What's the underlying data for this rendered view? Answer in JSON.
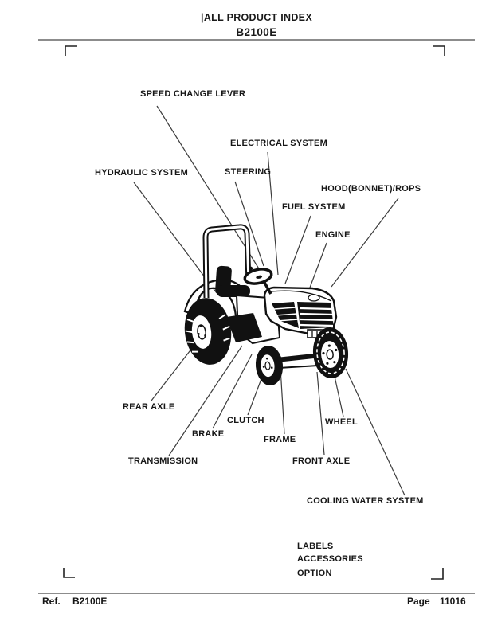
{
  "header": {
    "title": "|ALL PRODUCT INDEX",
    "model": "B2100E"
  },
  "footer": {
    "ref_label": "Ref.",
    "ref_value": "B2100E",
    "page_label": "Page",
    "page_value": "11016"
  },
  "diagram": {
    "labels": [
      {
        "id": "speed-change-lever",
        "text": "SPEED CHANGE LEVER"
      },
      {
        "id": "electrical-system",
        "text": "ELECTRICAL SYSTEM"
      },
      {
        "id": "hydraulic-system",
        "text": "HYDRAULIC SYSTEM"
      },
      {
        "id": "steering",
        "text": "STEERING"
      },
      {
        "id": "hood-bonnet-rops",
        "text": "HOOD(BONNET)/ROPS"
      },
      {
        "id": "fuel-system",
        "text": "FUEL SYSTEM"
      },
      {
        "id": "engine",
        "text": "ENGINE"
      },
      {
        "id": "rear-axle",
        "text": "REAR AXLE"
      },
      {
        "id": "clutch",
        "text": "CLUTCH"
      },
      {
        "id": "brake",
        "text": "BRAKE"
      },
      {
        "id": "wheel",
        "text": "WHEEL"
      },
      {
        "id": "frame",
        "text": "FRAME"
      },
      {
        "id": "transmission",
        "text": "TRANSMISSION"
      },
      {
        "id": "front-axle",
        "text": "FRONT AXLE"
      },
      {
        "id": "cooling-water-system",
        "text": "COOLING WATER SYSTEM"
      },
      {
        "id": "labels",
        "text": "LABELS"
      },
      {
        "id": "accessories",
        "text": "ACCESSORIES"
      },
      {
        "id": "option",
        "text": "OPTION"
      }
    ]
  },
  "colors": {
    "ink": "#1a1a1a",
    "rule": "#8c8c8c",
    "leader_line": "#3c3c3c",
    "artwork": "#111111"
  }
}
